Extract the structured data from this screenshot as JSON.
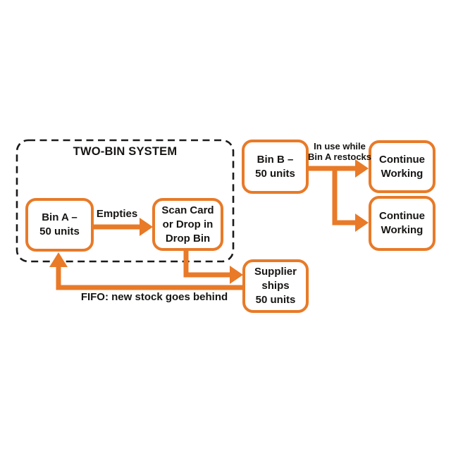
{
  "diagram": {
    "title": "TWO-BIN SYSTEM",
    "colors": {
      "accent_orange": "#E87A28",
      "text": "#171513",
      "background": "#FFFFFF"
    },
    "container": {
      "label": "TWO-BIN SYSTEM"
    },
    "nodes": {
      "bin_a": {
        "lines": [
          "Bin A –",
          "50 units"
        ]
      },
      "scan_card": {
        "lines": [
          "Scan Card",
          "or Drop in",
          "Drop Bin"
        ]
      },
      "bin_b": {
        "lines": [
          "Bin B –",
          "50 units"
        ]
      },
      "continue_working_1": {
        "lines": [
          "Continue",
          "Working"
        ]
      },
      "continue_working_2": {
        "lines": [
          "Continue",
          "Working"
        ]
      },
      "supplier": {
        "lines": [
          "Supplier",
          "ships",
          "50 units"
        ]
      }
    },
    "edge_labels": {
      "empties": "Empties",
      "in_use": [
        "In use while",
        "Bin A restocks"
      ],
      "fifo": "FIFO: new stock goes behind"
    }
  }
}
